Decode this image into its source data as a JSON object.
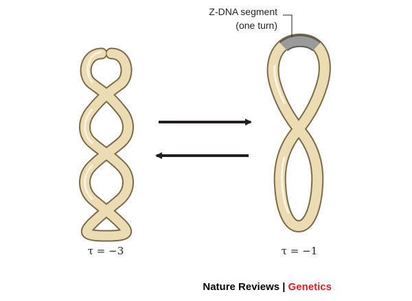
{
  "annotation": {
    "line1": "Z-DNA segment",
    "line2": "(one turn)"
  },
  "left_label": "τ = −3",
  "right_label": "τ = −1",
  "credit": {
    "journal": "Nature Reviews",
    "separator": " | ",
    "section": "Genetics"
  },
  "colors": {
    "tube_fill": "#ecdcb4",
    "tube_outline": "#7a6a48",
    "tube_highlight": "#faf4e2",
    "zdna_segment": "#9a9a9a",
    "arrow": "#231f20",
    "credit_text": "#000000",
    "credit_section": "#e41b2b"
  }
}
